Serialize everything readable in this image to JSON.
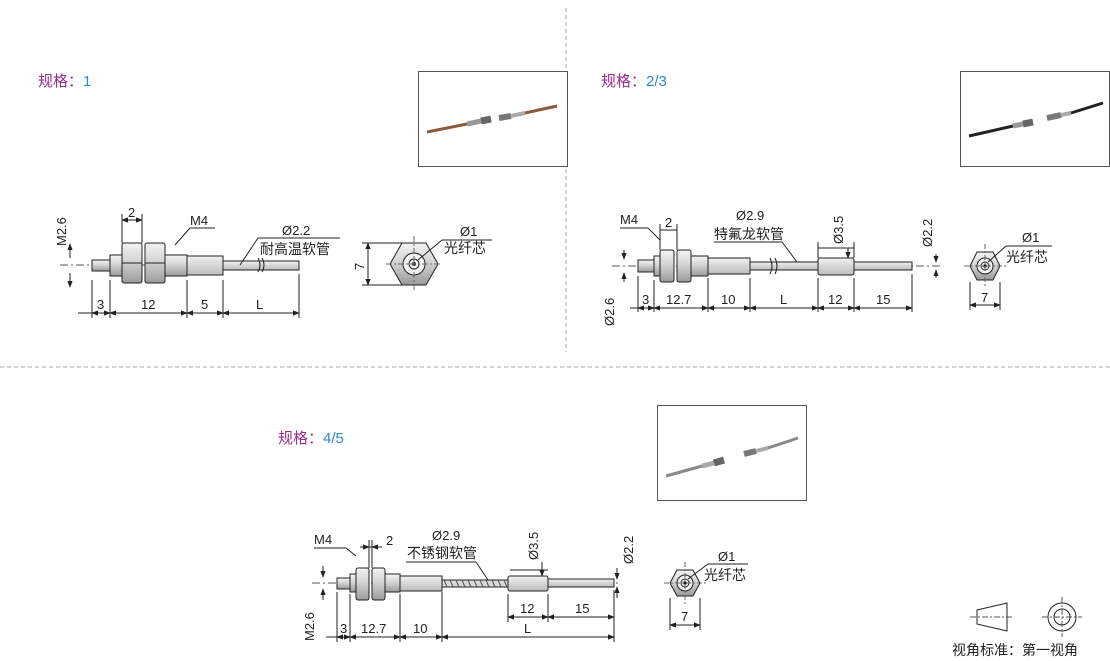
{
  "spec_prefix": "规格：",
  "specs": [
    {
      "value": "1"
    },
    {
      "value": "2/3"
    },
    {
      "value": "4/5"
    }
  ],
  "drawing1": {
    "m": "M2.6",
    "nut_dim": "2",
    "thread": "M4",
    "dia": "Ø2.2",
    "tube": "耐高温软管",
    "d3": "3",
    "d12": "12",
    "d5": "5",
    "L": "L",
    "hex_h": "7",
    "core_d": "Ø1",
    "core": "光纤芯"
  },
  "drawing2": {
    "thread": "M4",
    "nut_dim": "2",
    "dia": "Ø2.9",
    "tube": "特氟龙软管",
    "tip_d": "Ø3.5",
    "end_d": "Ø2.2",
    "m": "Ø2.6",
    "d3": "3",
    "d127": "12.7",
    "d10": "10",
    "L": "L",
    "d12": "12",
    "d15": "15",
    "core_d": "Ø1",
    "core": "光纤芯",
    "hex_w": "7"
  },
  "drawing3": {
    "thread": "M4",
    "nut_dim": "2",
    "dia": "Ø2.9",
    "tube": "不锈钢软管",
    "tip_d": "Ø3.5",
    "end_d": "Ø2.2",
    "m": "M2.6",
    "d3": "3",
    "d127": "12.7",
    "d10": "10",
    "d12": "12",
    "d15": "15",
    "L": "L",
    "core_d": "Ø1",
    "core": "光纤芯",
    "hex_w": "7"
  },
  "view_standard": "视角标准：第一视角",
  "colors": {
    "label": "#9b2a8c",
    "value": "#2a8ac6",
    "line": "#222222"
  }
}
